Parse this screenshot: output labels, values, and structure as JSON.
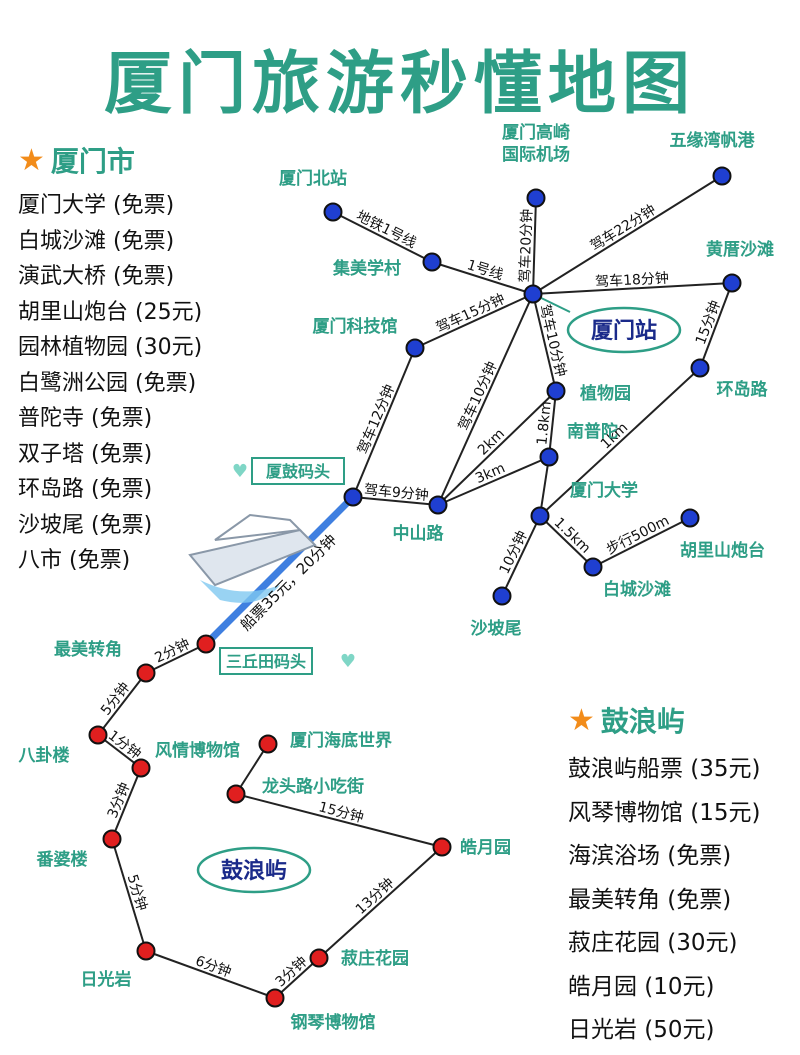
{
  "title": "厦门旅游秒懂地图",
  "colors": {
    "teal": "#2e9e86",
    "xiamen_node": "#1f3fd1",
    "gulangyu_node": "#e01f1f",
    "line": "#222222",
    "ferry": "#3f7fe0",
    "star": "#f28c1a"
  },
  "xiamen_panel": {
    "heading": "厦门市",
    "icon": "star-icon",
    "items": [
      "厦门大学 (免票)",
      "白城沙滩 (免票)",
      "演武大桥 (免票)",
      "胡里山炮台 (25元)",
      "园林植物园 (30元)",
      "白鹭洲公园 (免票)",
      "普陀寺 (免票)",
      "双子塔 (免票)",
      "环岛路 (免票)",
      "沙坡尾 (免票)",
      "八市 (免票)"
    ]
  },
  "gulangyu_panel": {
    "heading": "鼓浪屿",
    "icon": "star-icon",
    "items": [
      "鼓浪屿船票 (35元)",
      "风琴博物馆 (15元)",
      "海滨浴场 (免票)",
      "最美转角 (免票)",
      "菽庄花园 (30元)",
      "皓月园 (10元)",
      "日光岩 (50元)"
    ]
  },
  "region_labels": {
    "xiamen_station": "厦门站",
    "gulangyu": "鼓浪屿"
  },
  "dock_labels": {
    "xiagu": "厦鼓码头",
    "sanqiutian": "三丘田码头"
  },
  "ferry_label": "船票35元，20分钟",
  "xiamen_nodes": [
    {
      "id": "beizhan",
      "label": "厦门北站"
    },
    {
      "id": "jimei",
      "label": "集美学村"
    },
    {
      "id": "airport",
      "label": "厦门高崎\n国际机场"
    },
    {
      "id": "wuyuan",
      "label": "五缘湾帆港"
    },
    {
      "id": "xmstation",
      "label": ""
    },
    {
      "id": "huangcuo",
      "label": "黄厝沙滩"
    },
    {
      "id": "keji",
      "label": "厦门科技馆"
    },
    {
      "id": "huandao",
      "label": "环岛路"
    },
    {
      "id": "zhiwu",
      "label": "植物园"
    },
    {
      "id": "nanputuo",
      "label": "南普陀"
    },
    {
      "id": "xiagu",
      "label": ""
    },
    {
      "id": "zhongshan",
      "label": "中山路"
    },
    {
      "id": "xmu",
      "label": "厦门大学"
    },
    {
      "id": "hulishan",
      "label": "胡里山炮台"
    },
    {
      "id": "baicheng",
      "label": "白城沙滩"
    },
    {
      "id": "shapowei",
      "label": "沙坡尾"
    }
  ],
  "gulangyu_nodes": [
    {
      "id": "sanqiutian",
      "label": ""
    },
    {
      "id": "zuimei",
      "label": "最美转角"
    },
    {
      "id": "bagua",
      "label": "八卦楼"
    },
    {
      "id": "fengqing",
      "label": "风情博物馆"
    },
    {
      "id": "fanpo",
      "label": "番婆楼"
    },
    {
      "id": "riguang",
      "label": "日光岩"
    },
    {
      "id": "gangqin",
      "label": "钢琴博物馆"
    },
    {
      "id": "shuzhuang",
      "label": "菽庄花园"
    },
    {
      "id": "haoyue",
      "label": "皓月园"
    },
    {
      "id": "longtou",
      "label": "龙头路小吃街"
    },
    {
      "id": "haidi",
      "label": "厦门海底世界"
    }
  ],
  "edges": [
    {
      "from": "beizhan",
      "to": "jimei",
      "label": "地铁1号线"
    },
    {
      "from": "jimei",
      "to": "xmstation",
      "label": "1号线"
    },
    {
      "from": "airport",
      "to": "xmstation",
      "label": "驾车20分钟"
    },
    {
      "from": "wuyuan",
      "to": "xmstation",
      "label": "驾车22分钟"
    },
    {
      "from": "xmstation",
      "to": "huangcuo",
      "label": "驾车18分钟"
    },
    {
      "from": "keji",
      "to": "xmstation",
      "label": "驾车15分钟"
    },
    {
      "from": "xmstation",
      "to": "zhiwu",
      "label": "驾车10分钟"
    },
    {
      "from": "xmstation",
      "to": "zhongshan",
      "label": "驾车10分钟"
    },
    {
      "from": "huangcuo",
      "to": "huandao",
      "label": "15分钟"
    },
    {
      "from": "huandao",
      "to": "xmu",
      "label": "1km"
    },
    {
      "from": "zhiwu",
      "to": "zhongshan",
      "label": "2km"
    },
    {
      "from": "zhiwu",
      "to": "nanputuo",
      "label": "1.8km"
    },
    {
      "from": "nanputuo",
      "to": "zhongshan",
      "label": "3km"
    },
    {
      "from": "nanputuo",
      "to": "xmu",
      "label": ""
    },
    {
      "from": "xiagu",
      "to": "keji",
      "label": "驾车12分钟"
    },
    {
      "from": "xiagu",
      "to": "zhongshan",
      "label": "驾车9分钟"
    },
    {
      "from": "xmu",
      "to": "shapowei",
      "label": "10分钟"
    },
    {
      "from": "xmu",
      "to": "baicheng",
      "label": "1.5km"
    },
    {
      "from": "baicheng",
      "to": "hulishan",
      "label": "步行500m"
    },
    {
      "from": "sanqiutian",
      "to": "zuimei",
      "label": "2分钟"
    },
    {
      "from": "zuimei",
      "to": "bagua",
      "label": "5分钟"
    },
    {
      "from": "bagua",
      "to": "fengqing",
      "label": "1分钟"
    },
    {
      "from": "fengqing",
      "to": "fanpo",
      "label": "3分钟"
    },
    {
      "from": "fanpo",
      "to": "riguang",
      "label": "5分钟"
    },
    {
      "from": "riguang",
      "to": "gangqin",
      "label": "6分钟"
    },
    {
      "from": "gangqin",
      "to": "shuzhuang",
      "label": "3分钟"
    },
    {
      "from": "shuzhuang",
      "to": "haoyue",
      "label": "13分钟"
    },
    {
      "from": "haoyue",
      "to": "longtou",
      "label": "15分钟"
    },
    {
      "from": "longtou",
      "to": "haidi",
      "label": ""
    }
  ]
}
